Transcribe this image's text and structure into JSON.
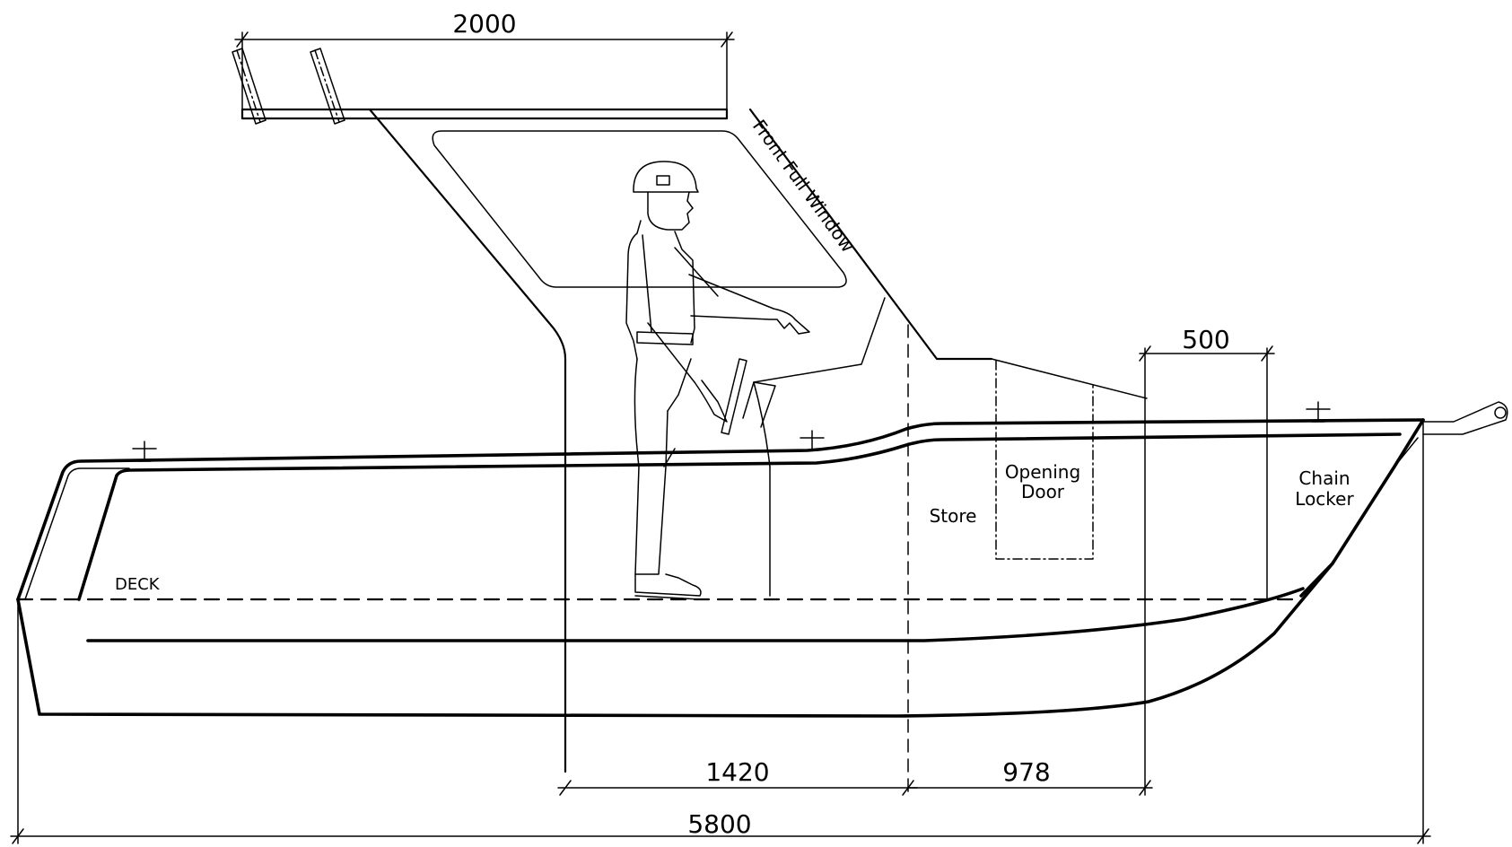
{
  "dimensions": {
    "canopy_length": "2000",
    "cockpit_length": "1420",
    "store_length": "978",
    "bow_section": "500",
    "overall_length": "5800"
  },
  "labels": {
    "front_window": "Front Full Window",
    "opening_door": [
      "Opening",
      "Door"
    ],
    "store": "Store",
    "chain_locker": [
      "Chain",
      "Locker"
    ],
    "deck": "DECK"
  },
  "icons": {
    "cleat": "cleat-icon",
    "person": "person-figure",
    "rod_holder": "rod-holder-icon",
    "bow_roller": "bow-roller-icon"
  }
}
